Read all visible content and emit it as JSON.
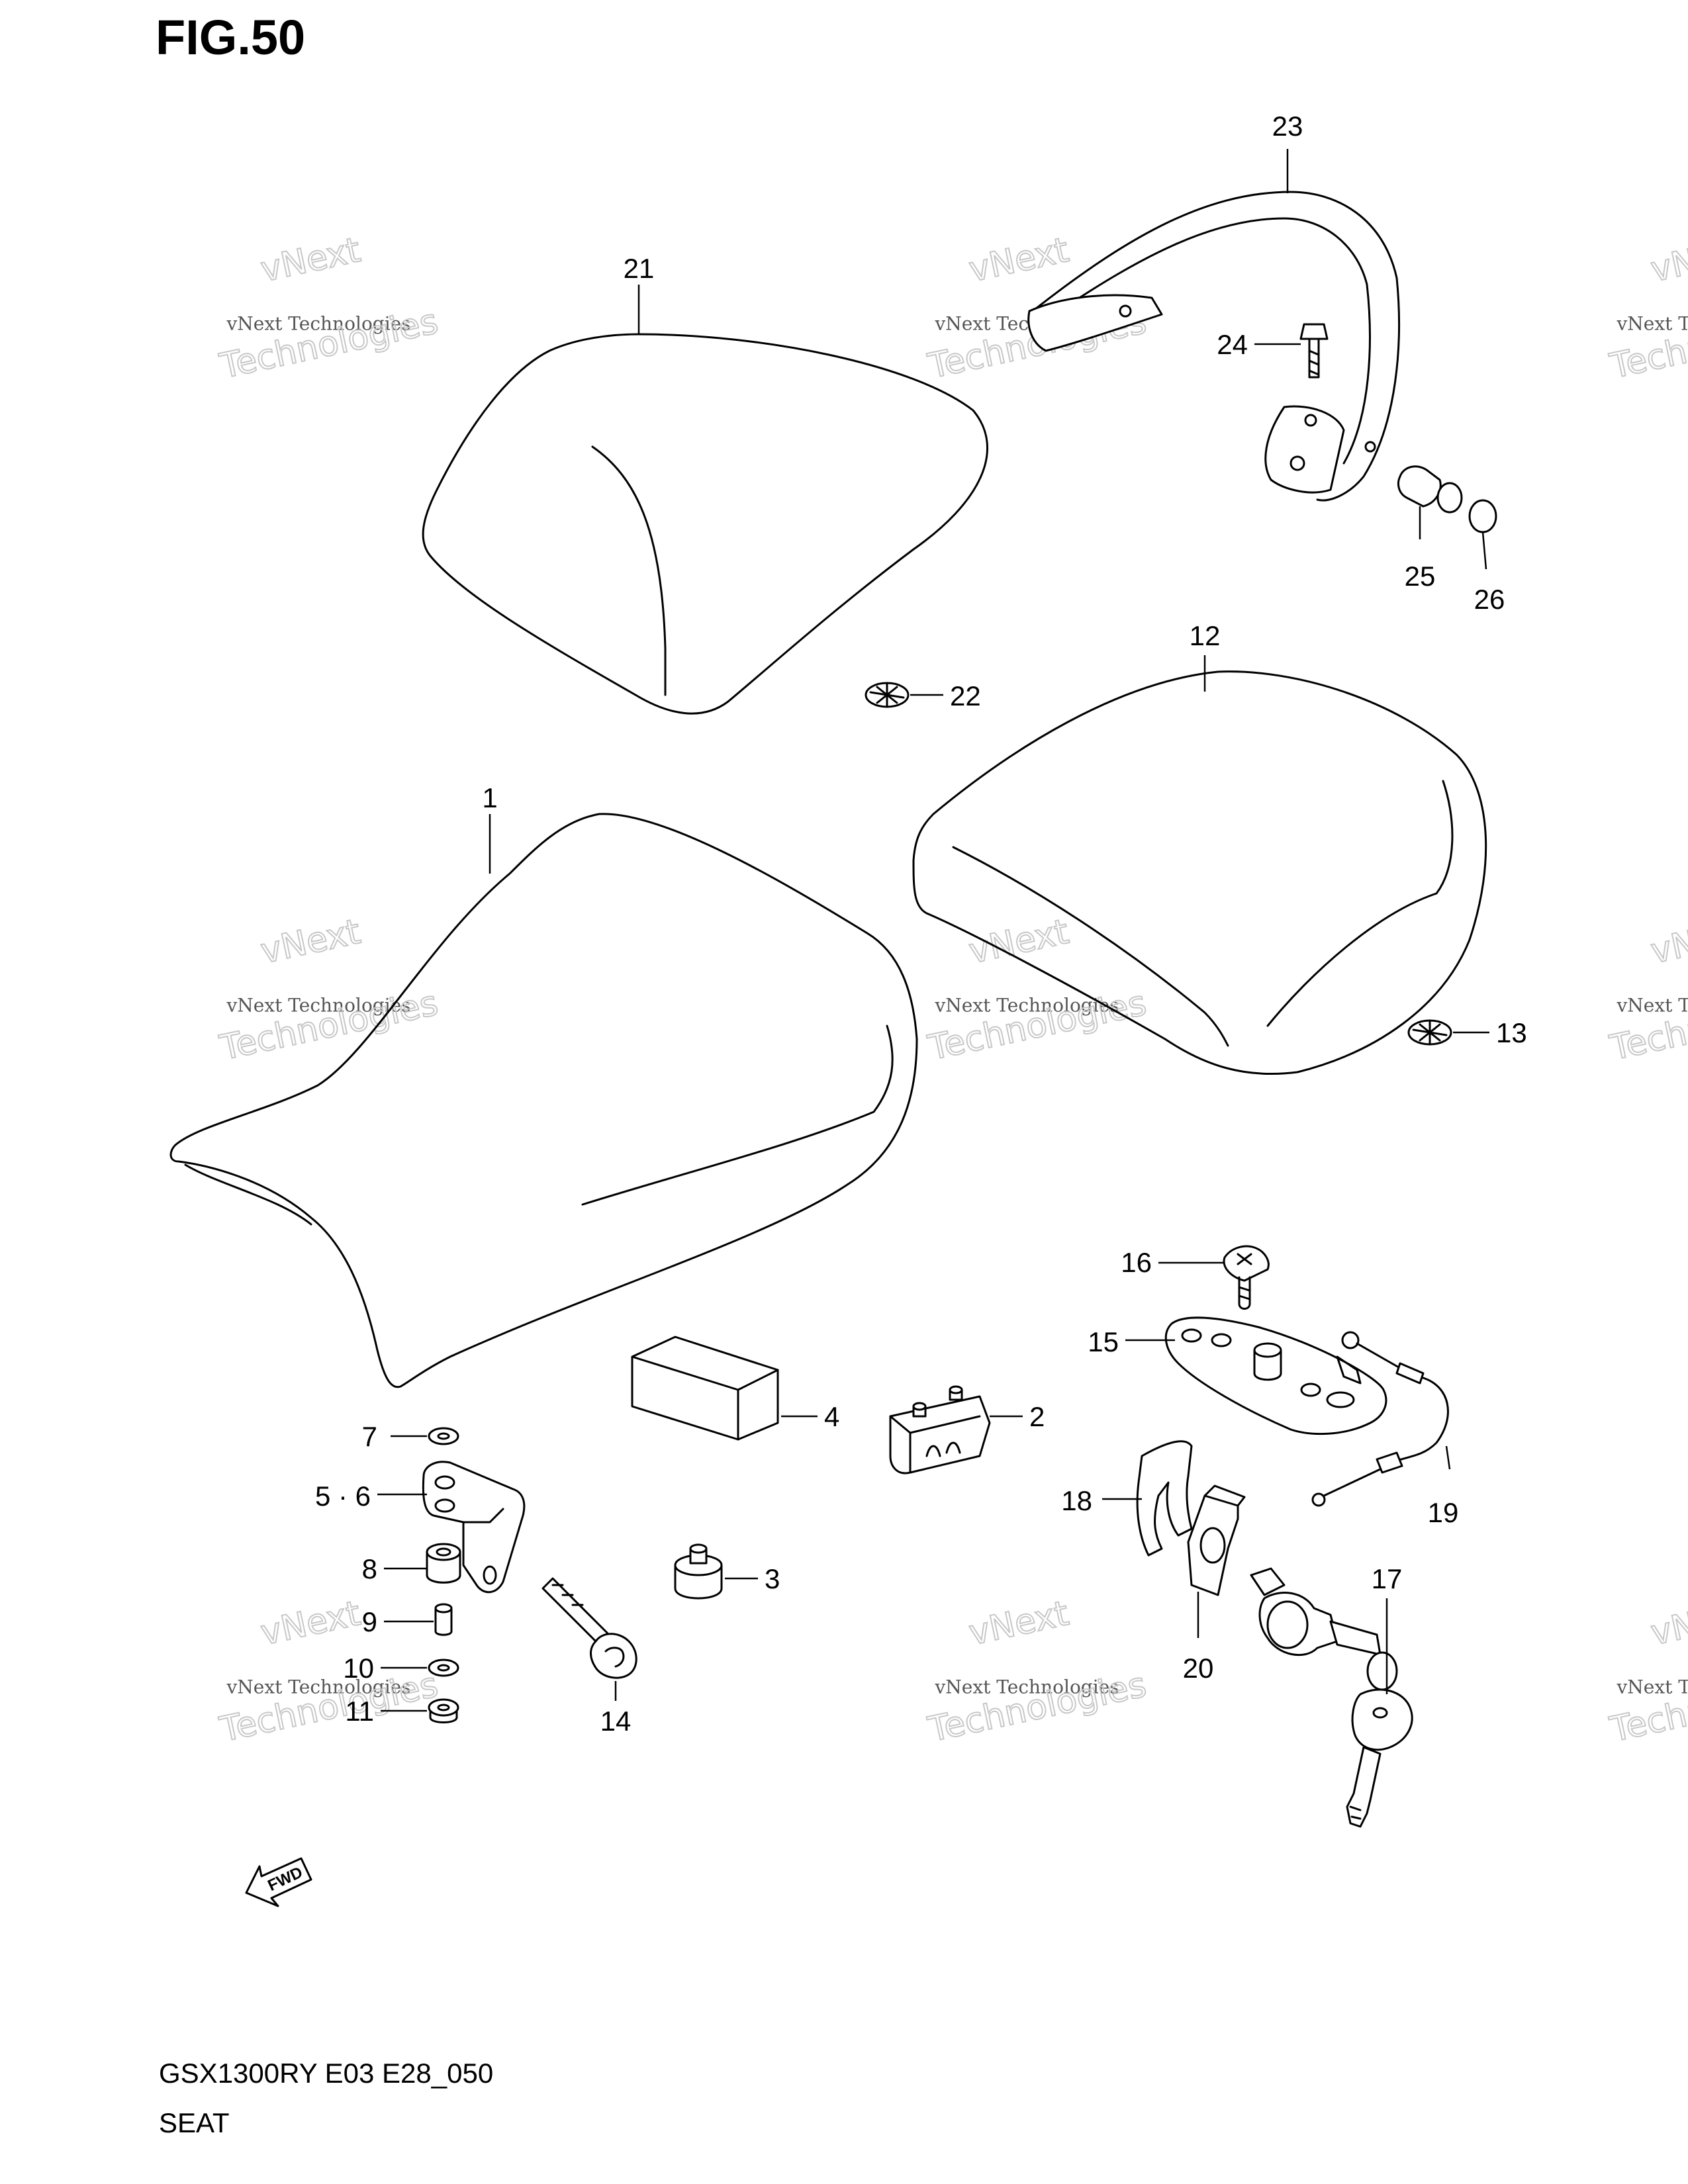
{
  "figure": {
    "title": "FIG.50",
    "model_code": "GSX1300RY E03 E28_050",
    "caption": "SEAT"
  },
  "fwd_label": "FWD",
  "callouts": [
    "21",
    "23",
    "24",
    "25",
    "26",
    "22",
    "12",
    "1",
    "13",
    "16",
    "15",
    "4",
    "2",
    "7",
    "5 · 6",
    "18",
    "19",
    "8",
    "3",
    "9",
    "17",
    "20",
    "10",
    "11",
    "14"
  ],
  "watermark": {
    "line1": "vNext",
    "line2": "vNext Technologies",
    "line3": "Technologies"
  }
}
